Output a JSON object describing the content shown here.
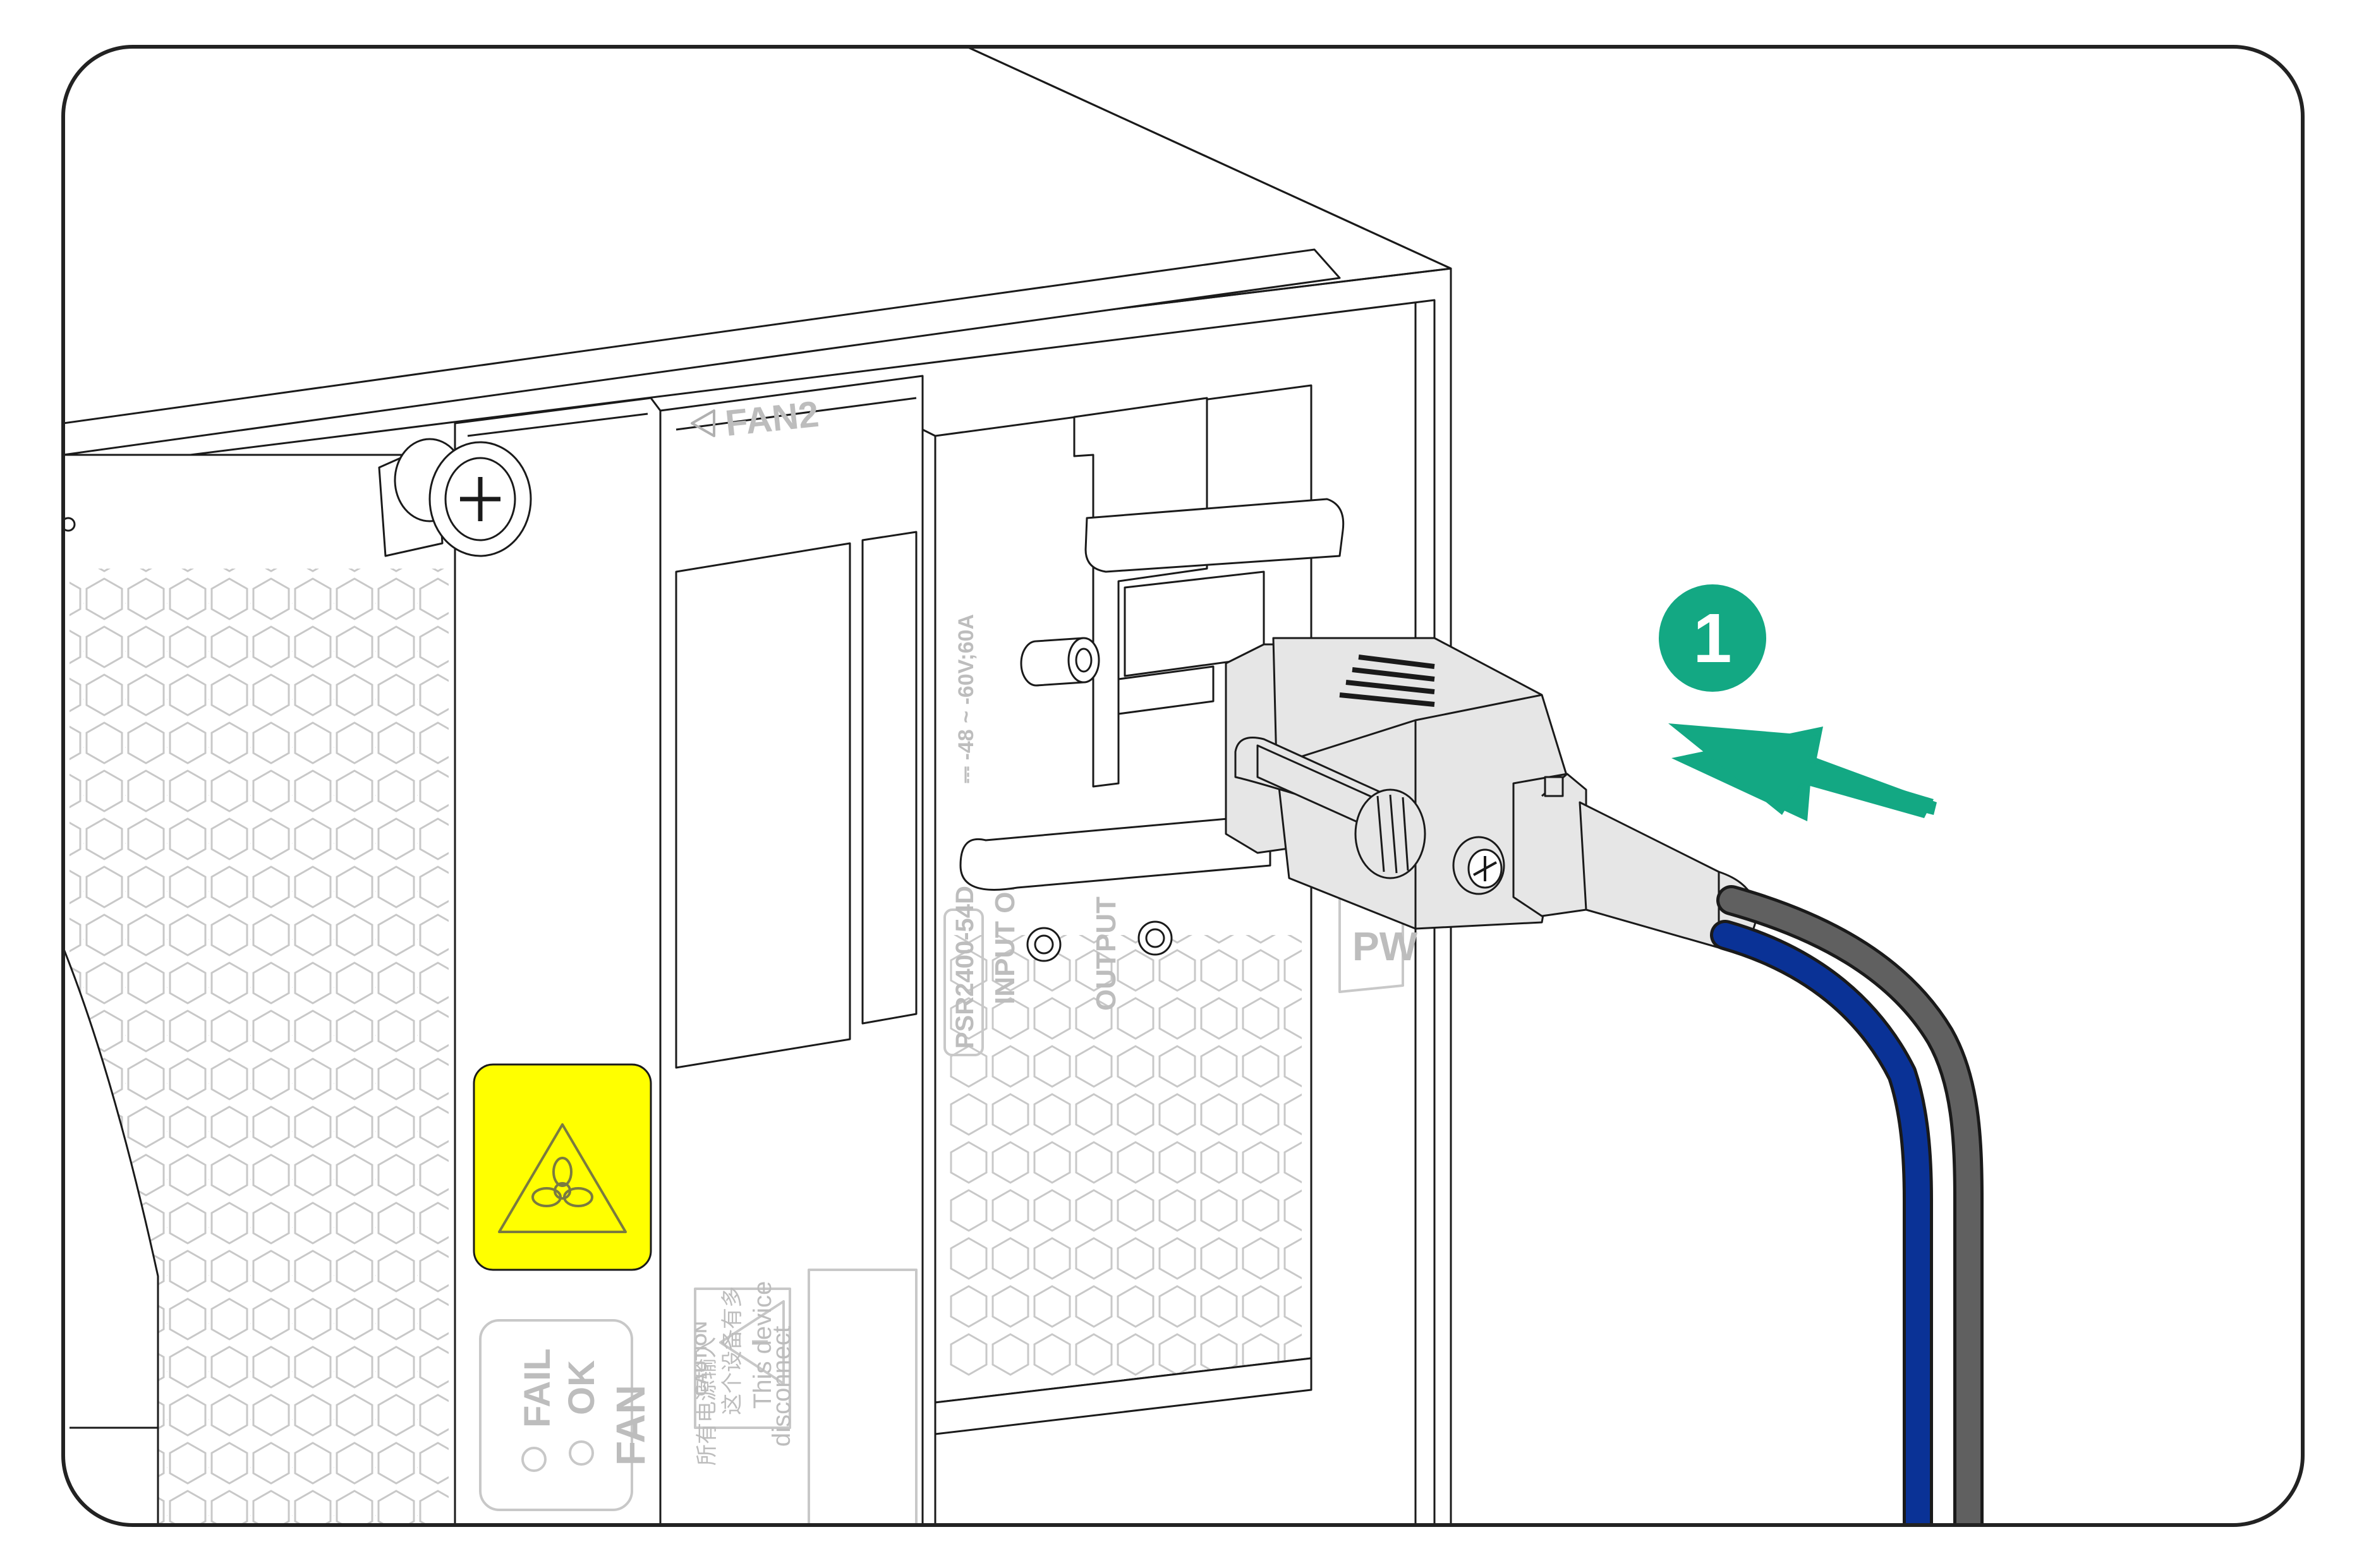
{
  "labels": {
    "fan_slot": "FAN2",
    "psu_rating": "⎓ -48 ~ -60V;60A",
    "psu_model": "PSR2400-54D",
    "input_ok": "INPUT OK",
    "output": "OUTPUT",
    "psu_label_fragment": "PW",
    "led_fail": "FAIL",
    "led_ok": "OK",
    "led_fan": "FAN",
    "caution": "CAUTION",
    "warning_en_line1": "This device",
    "warning_en_line2": "disconnect",
    "warning_cn_line1": "这个设备有多",
    "warning_cn_line2": "所有电源输入"
  },
  "step": {
    "number": "1",
    "action": "insert-plug",
    "colors": {
      "step_badge": "#13a883",
      "arrow": "#13a883"
    }
  },
  "colors": {
    "outline": "#1a1a1a",
    "honeycomb": "#c8c8c8",
    "fan_warning_label": "#ffff00",
    "plug_body": "#e6e6e6",
    "cable_gray": "#606060",
    "cable_blue": "#0a3296",
    "frame_border": "#222222"
  },
  "icons": {
    "fan_warning": "fan-warning-icon",
    "caution": "caution-triangle-icon",
    "captive_screw": "captive-screw-icon"
  }
}
